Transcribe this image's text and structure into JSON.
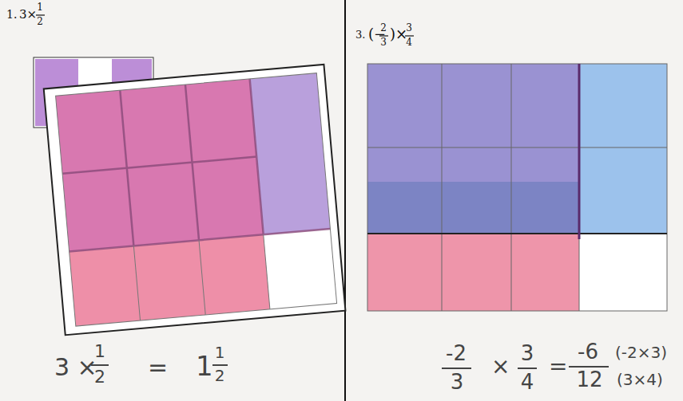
{
  "diagram": {
    "labels": [
      "1.",
      "3×",
      "1",
      "2",
      "3.",
      "(−",
      "2",
      "3",
      ")×",
      "3",
      "4",
      "3 ×",
      "1",
      "2",
      "=",
      "1",
      "1",
      "2",
      "-2",
      "3",
      "×",
      "3",
      "4",
      "=",
      "-6",
      "12",
      "(-2×3)",
      "(3×4)"
    ]
  }
}
